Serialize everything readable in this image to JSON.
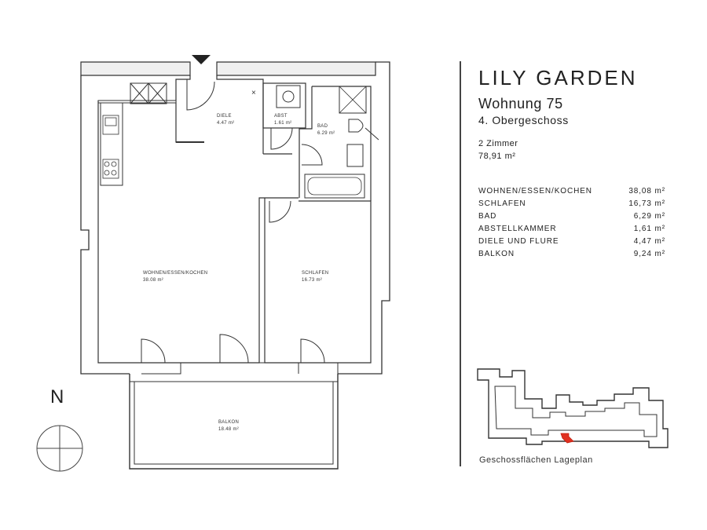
{
  "project": {
    "name": "LILY GARDEN",
    "unit": "Wohnung 75",
    "floor": "4. Obergeschoss",
    "rooms": "2 Zimmer",
    "total_area": "78,91 m²"
  },
  "area_table": [
    {
      "room": "WOHNEN/ESSEN/KOCHEN",
      "area": "38,08 m²"
    },
    {
      "room": "SCHLAFEN",
      "area": "16,73 m²"
    },
    {
      "room": "BAD",
      "area": "6,29 m²"
    },
    {
      "room": "ABSTELLKAMMER",
      "area": "1,61 m²"
    },
    {
      "room": "DIELE UND FLURE",
      "area": "4,47 m²"
    },
    {
      "room": "BALKON",
      "area": "9,24 m²"
    }
  ],
  "plan_labels": {
    "diele": {
      "name": "DIELE",
      "area": "4.47 m²"
    },
    "abst": {
      "name": "ABST",
      "area": "1.61 m²"
    },
    "bad": {
      "name": "BAD",
      "area": "6.29 m²"
    },
    "wohnen": {
      "name": "WOHNEN/ESSEN/KOCHEN",
      "area": "38.08 m²"
    },
    "schlafen": {
      "name": "SCHLAFEN",
      "area": "16.73 m²"
    },
    "balkon": {
      "name": "BALKON",
      "area": "18.48 m²"
    }
  },
  "north_label": "N",
  "site_plan_caption": "Geschossflächen Lageplan",
  "colors": {
    "line": "#333333",
    "marker": "#e03020"
  }
}
